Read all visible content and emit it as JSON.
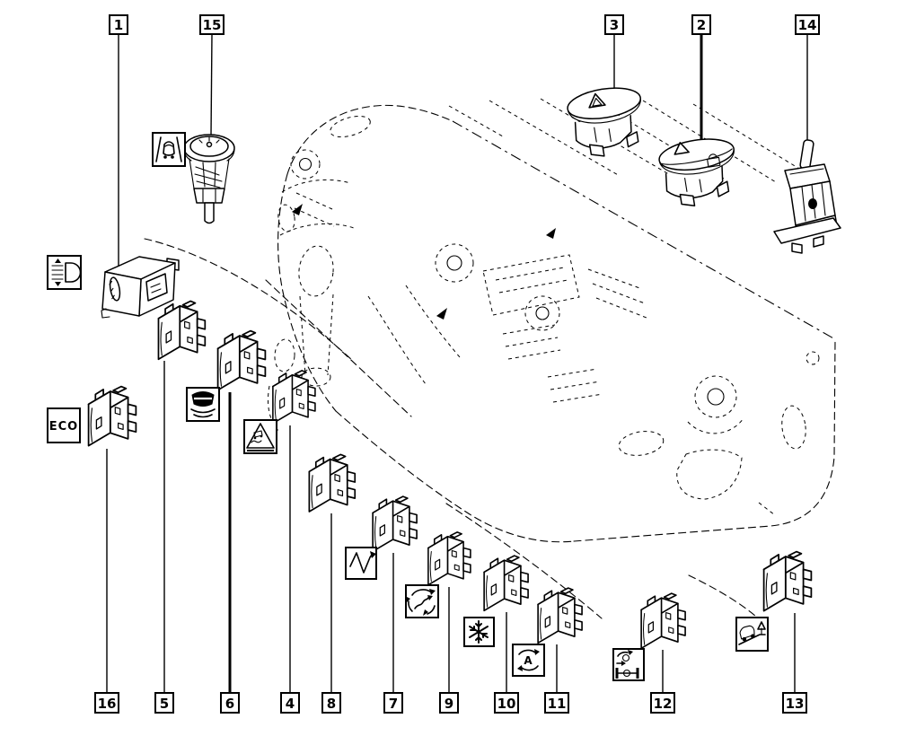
{
  "diagram": {
    "type": "exploded-parts-diagram",
    "subject": "Vehicle dashboard switches and controls",
    "background_color": "#ffffff",
    "line_color": "#000000"
  },
  "callouts": [
    {
      "label": "1"
    },
    {
      "label": "15"
    },
    {
      "label": "3"
    },
    {
      "label": "2"
    },
    {
      "label": "14"
    },
    {
      "label": "16"
    },
    {
      "label": "5"
    },
    {
      "label": "6"
    },
    {
      "label": "4"
    },
    {
      "label": "8"
    },
    {
      "label": "7"
    },
    {
      "label": "9"
    },
    {
      "label": "10"
    },
    {
      "label": "11"
    },
    {
      "label": "12"
    },
    {
      "label": "13"
    }
  ],
  "icon_labels": {
    "eco": "ECO",
    "auto_stop_start": "A"
  },
  "icons": [
    {
      "name": "headlight-leveling-icon",
      "shape": "headlamp with level lines and up/down arrows"
    },
    {
      "name": "lane-departure-icon",
      "shape": "car rear between two lane lines"
    },
    {
      "name": "eco-mode-icon",
      "shape": "ECO lettering in box"
    },
    {
      "name": "parking-sensor-icon",
      "shape": "vehicle rear with sound waves below"
    },
    {
      "name": "slip-warning-icon",
      "shape": "warning triangle with skidding car"
    },
    {
      "name": "speed-limiter-icon",
      "shape": "zigzag line with arrow"
    },
    {
      "name": "sway-control-icon",
      "shape": "curved arrows circling a winding road arrow"
    },
    {
      "name": "snowflake-icon",
      "shape": "snowflake"
    },
    {
      "name": "auto-stop-start-icon",
      "shape": "letter A inside circular arrows"
    },
    {
      "name": "four-wheel-drive-icon",
      "shape": "drivetrain axle with wheels and arrows"
    },
    {
      "name": "hill-descent-icon",
      "shape": "car on downhill slope beside tree"
    }
  ]
}
